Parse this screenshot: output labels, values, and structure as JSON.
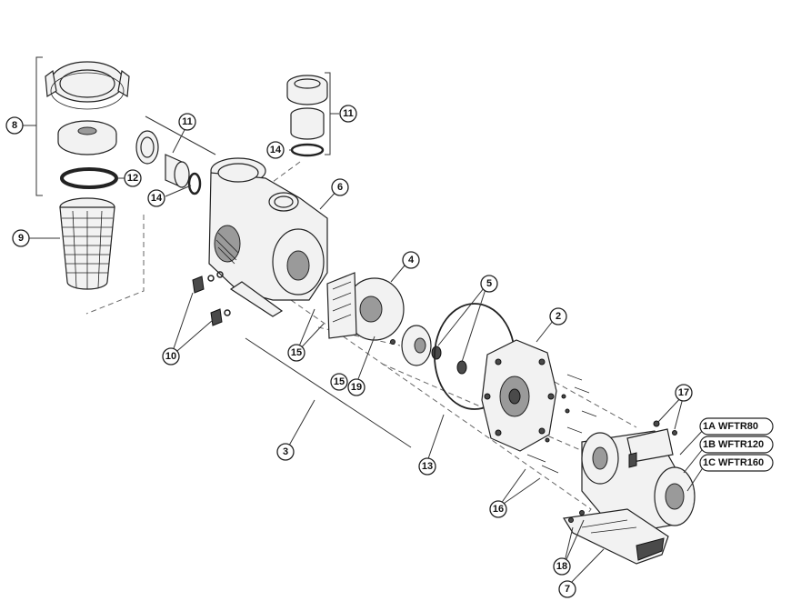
{
  "callouts": [
    {
      "id": "c8",
      "label": "8"
    },
    {
      "id": "c9",
      "label": "9"
    },
    {
      "id": "c11a",
      "label": "11"
    },
    {
      "id": "c11b",
      "label": "11"
    },
    {
      "id": "c12",
      "label": "12"
    },
    {
      "id": "c14a",
      "label": "14"
    },
    {
      "id": "c14b",
      "label": "14"
    },
    {
      "id": "c6",
      "label": "6"
    },
    {
      "id": "c4",
      "label": "4"
    },
    {
      "id": "c5",
      "label": "5"
    },
    {
      "id": "c2",
      "label": "2"
    },
    {
      "id": "c10",
      "label": "10"
    },
    {
      "id": "c15a",
      "label": "15"
    },
    {
      "id": "c15b",
      "label": "15"
    },
    {
      "id": "c19",
      "label": "19"
    },
    {
      "id": "c3",
      "label": "3"
    },
    {
      "id": "c13",
      "label": "13"
    },
    {
      "id": "c16",
      "label": "16"
    },
    {
      "id": "c17",
      "label": "17"
    },
    {
      "id": "c18",
      "label": "18"
    },
    {
      "id": "c7",
      "label": "7"
    }
  ],
  "models": [
    {
      "code": "1A",
      "name": "WFTR80"
    },
    {
      "code": "1B",
      "name": "WFTR120"
    },
    {
      "code": "1C",
      "name": "WFTR160"
    }
  ]
}
